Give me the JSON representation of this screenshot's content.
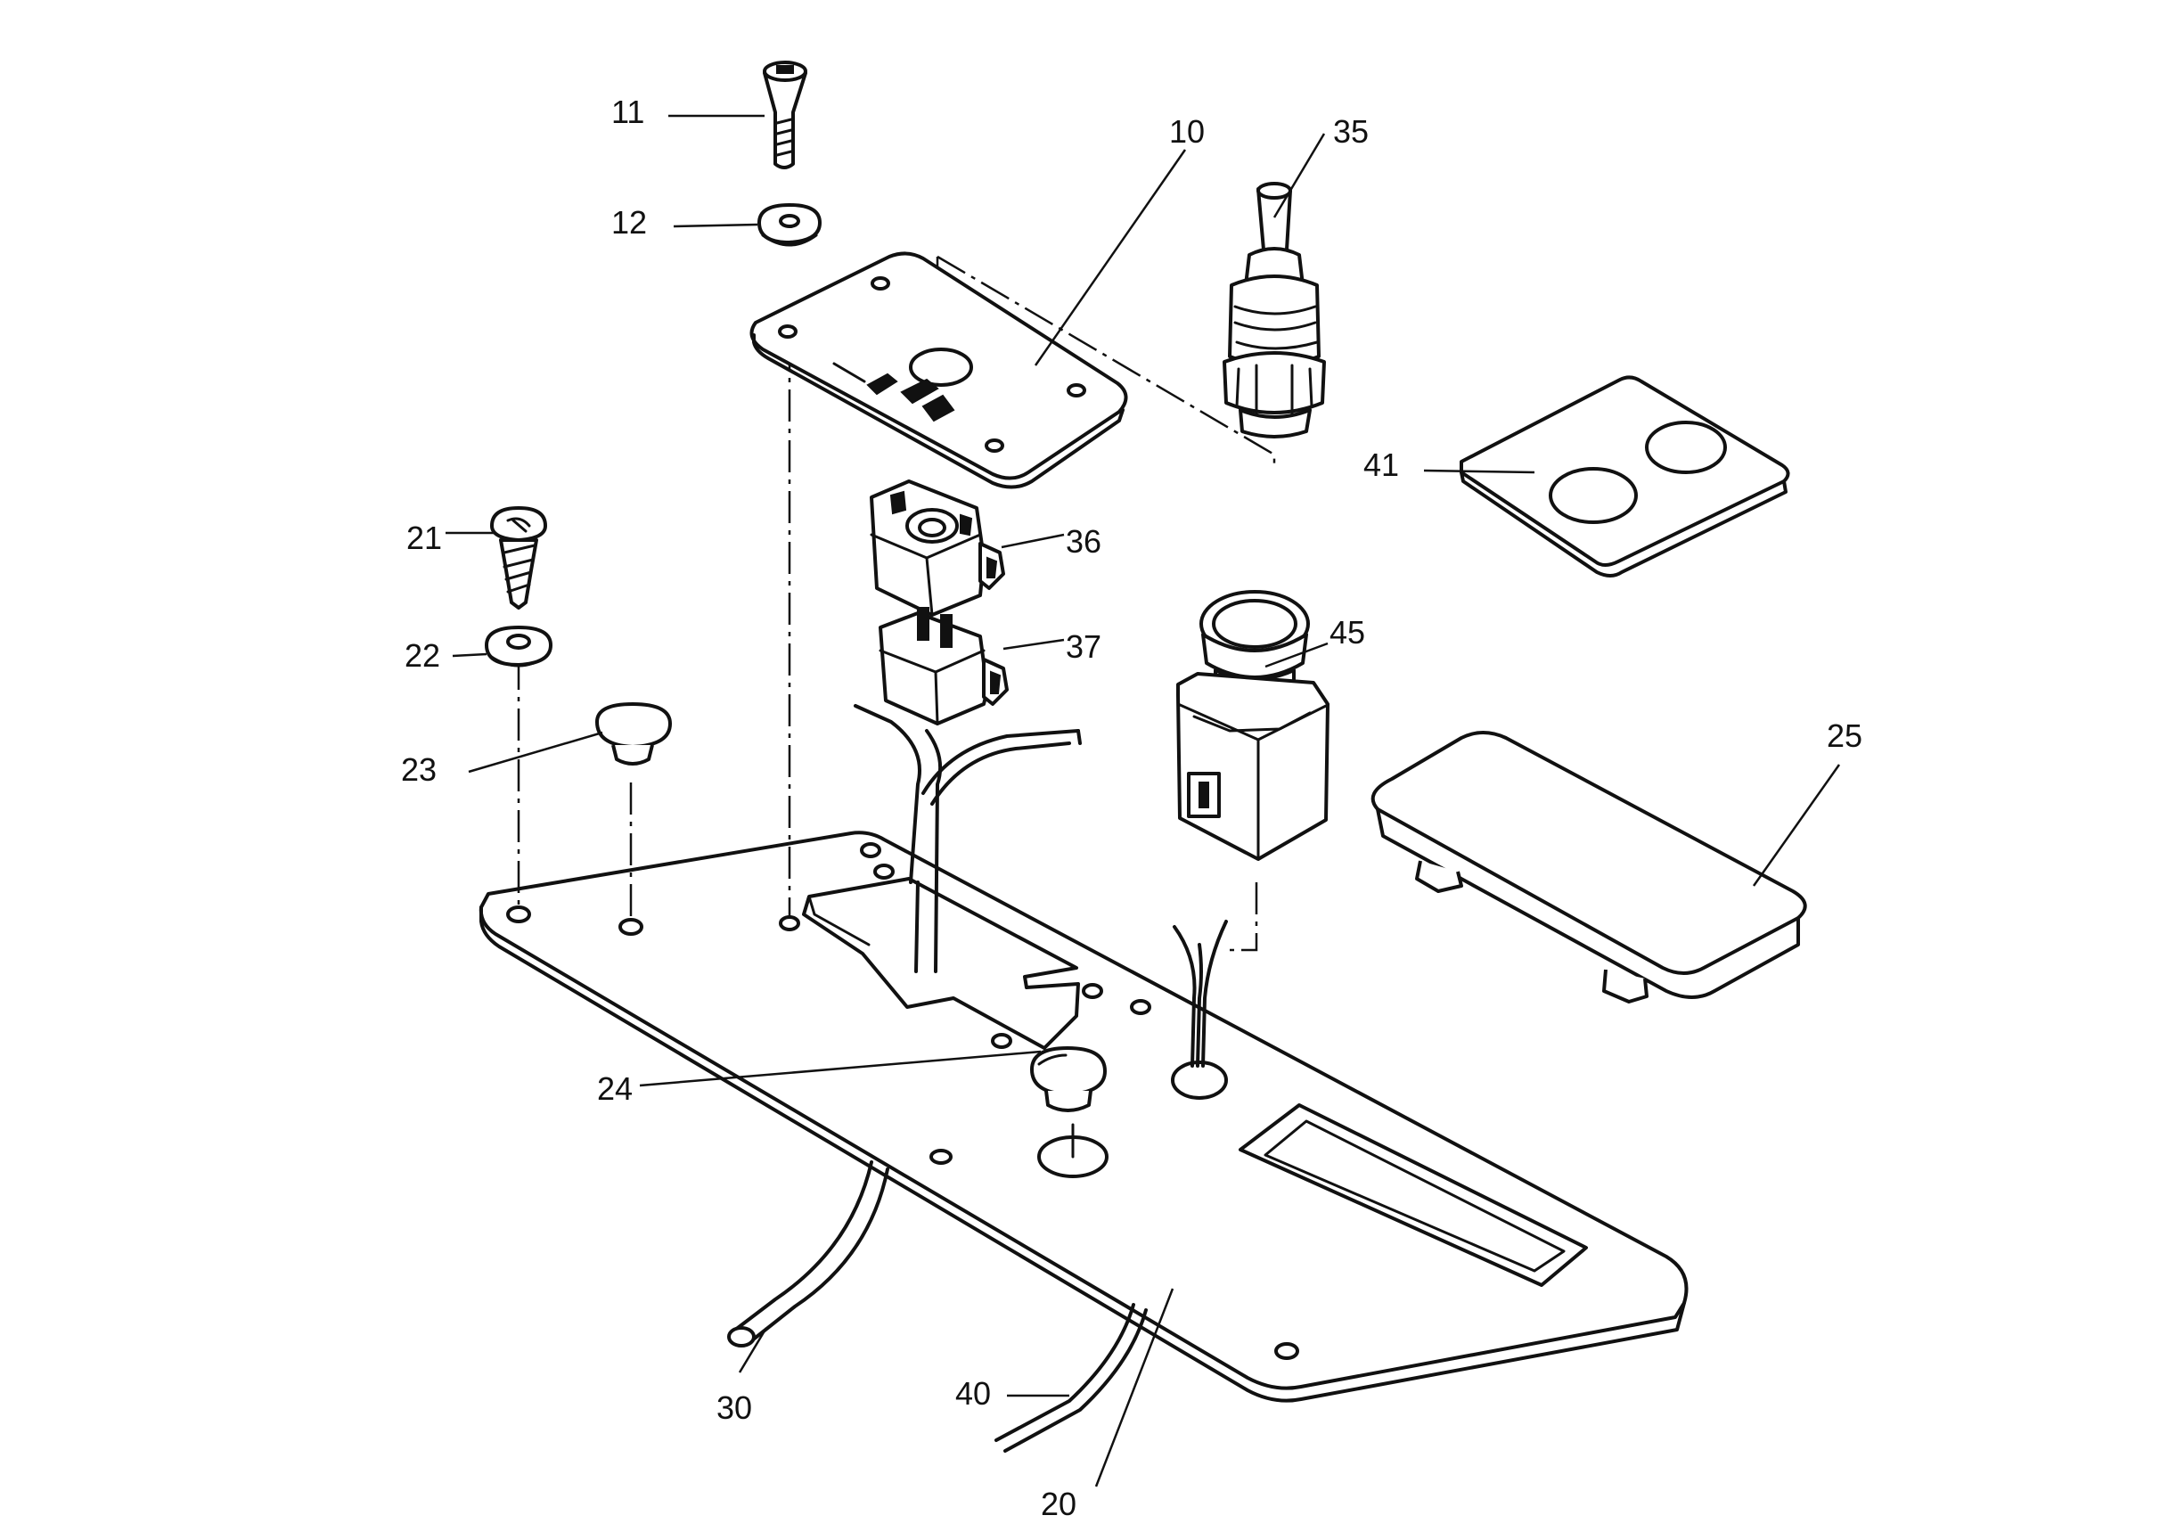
{
  "callouts": {
    "c10": "10",
    "c11": "11",
    "c12": "12",
    "c20": "20",
    "c21": "21",
    "c22": "22",
    "c23": "23",
    "c24": "24",
    "c25": "25",
    "c30": "30",
    "c35": "35",
    "c36": "36",
    "c37": "37",
    "c40": "40",
    "c41": "41",
    "c45": "45"
  },
  "colors": {
    "ink": "#111111",
    "paper": "#ffffff"
  }
}
